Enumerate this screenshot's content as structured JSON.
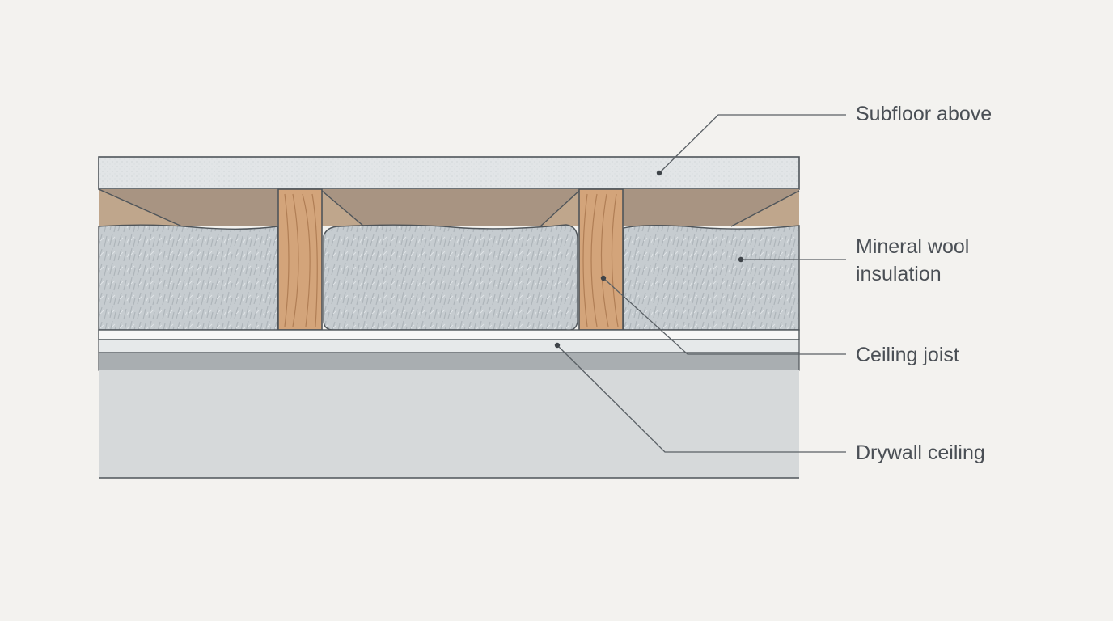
{
  "diagram": {
    "labels": {
      "subfloor": "Subfloor above",
      "wool": "Mineral wool\ninsulation",
      "joist": "Ceiling joist",
      "drywall": "Drywall ceiling"
    },
    "colors": {
      "background": "#f3f2ef",
      "subfloor": "#e2e5e7",
      "cavity_brown": "#a89482",
      "joist_wood": "#d3a47a",
      "wood_grain": "#b07e55",
      "insulation": "#c6ccd0",
      "drywall": "#d6d9da",
      "outline": "#4f555a",
      "leader": "#5a6065"
    }
  }
}
